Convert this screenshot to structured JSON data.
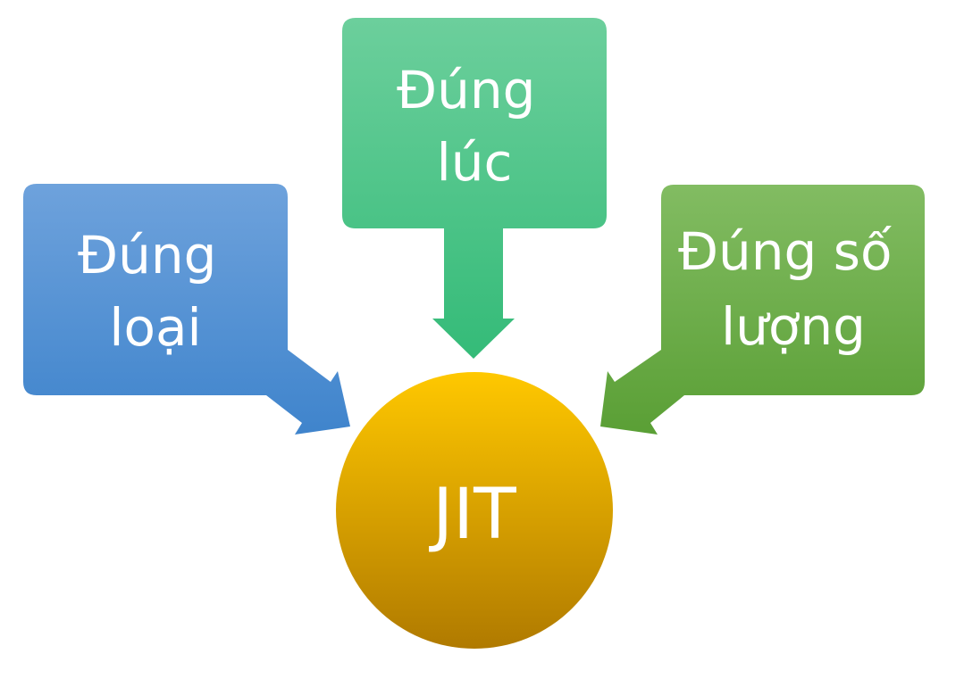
{
  "diagram": {
    "center": {
      "label": "JIT",
      "color_top": "#ffc800",
      "color_bottom": "#b07a00"
    },
    "nodes": [
      {
        "id": "left",
        "lines": [
          "Đúng",
          "loại"
        ],
        "color_top": "#6ea2dc",
        "color_bottom": "#3f84cc"
      },
      {
        "id": "top",
        "lines": [
          "Đúng",
          "lúc"
        ],
        "color_top": "#6ccf9c",
        "color_bottom": "#34bb78"
      },
      {
        "id": "right",
        "lines": [
          "Đúng số",
          "lượng"
        ],
        "color_top": "#82bc62",
        "color_bottom": "#5a9f35"
      }
    ]
  }
}
